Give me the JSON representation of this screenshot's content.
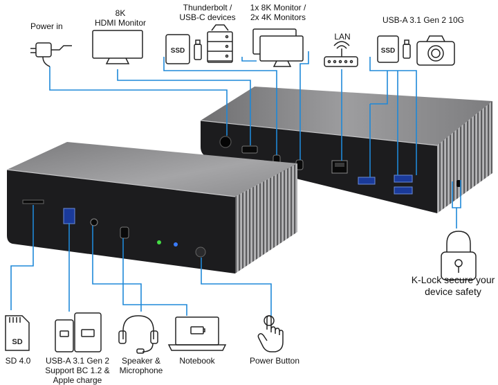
{
  "labels": {
    "power_in": "Power in",
    "hdmi_line1": "8K",
    "hdmi_line2": "HDMI Monitor",
    "tb_line1": "Thunderbolt /",
    "tb_line2": "USB-C devices",
    "mon_line1": "1x 8K Monitor /",
    "mon_line2": "2x 4K Monitors",
    "lan": "LAN",
    "usba_top": "USB-A 3.1 Gen 2 10G",
    "klock_line1": "K-Lock secure your",
    "klock_line2": "device safety",
    "sd": "SD 4.0",
    "usba_line1": "USB-A 3.1 Gen 2",
    "usba_line2": "Support BC 1.2 &",
    "usba_line3": "Apple charge",
    "speaker_line1": "Speaker &",
    "speaker_line2": "Microphone",
    "notebook": "Notebook",
    "power_button": "Power Button"
  },
  "icon_text": {
    "ssd": "SSD",
    "sd": "SD"
  },
  "colors": {
    "line": "#1e88d8",
    "dock_top": "#8c8c8e",
    "dock_face": "#1c1c1e",
    "icon_stroke": "#222222",
    "led_green": "#44dd44",
    "led_blue": "#3a7cff"
  }
}
